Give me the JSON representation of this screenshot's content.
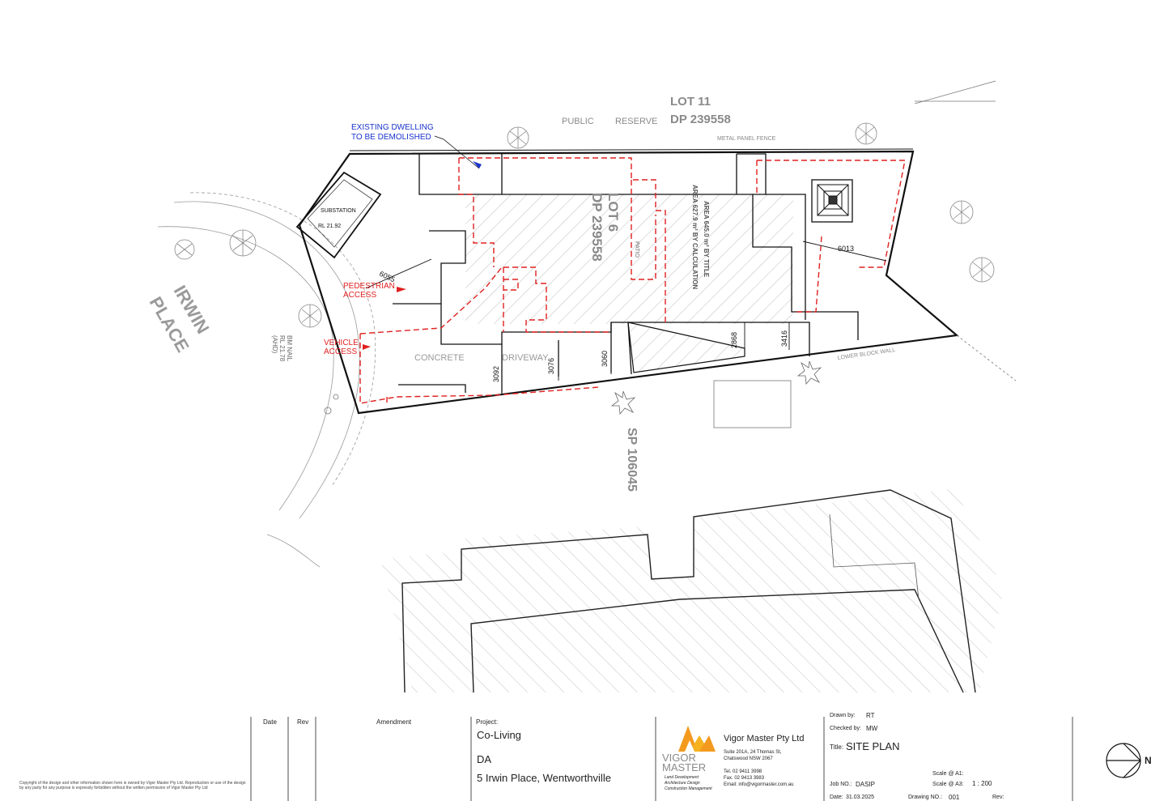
{
  "plan": {
    "lot11": "LOT 11",
    "lot11_dp": "DP 239558",
    "public": "PUBLIC",
    "reserve": "RESERVE",
    "existing_line1": "EXISTING DWELLING",
    "existing_line2": "TO BE DEMOLISHED",
    "substation": "SUBSTATION",
    "substation_rl": "RL 21.92",
    "lot6": "LOT 6",
    "lot6_dp": "DP 239558",
    "area_title": "AREA 645.0 m² BY TITLE",
    "area_calc": "AREA 627.9 m² BY CALCULATION",
    "irwin": "IRWIN",
    "place": "PLACE",
    "ped_1": "PEDESTRIAN",
    "ped_2": "ACCESS",
    "veh_1": "VEHICLE",
    "veh_2": "ACCESS",
    "concrete": "CONCRETE",
    "driveway": "DRIVEWAY",
    "patio": "PATIO",
    "sp": "SP 106045",
    "bm_nail": "BM NAIL",
    "bm_rl": "RL 21.78",
    "bm_ahd": "(AHD)",
    "metal_fence": "METAL PANEL FENCE",
    "lower_wall": "LOWER BLOCK WALL",
    "dims": [
      "6055",
      "6013",
      "3092",
      "3076",
      "3060",
      "2868",
      "3416"
    ]
  },
  "title_block": {
    "copyright": "Copyright of the design and other information shown here is owned by Vigor Master Pty Ltd. Reproduction or use of the design by any party for any purpose is expressly forbidden without the written permission of Vigor Master Pty Ltd",
    "col_date": "Date",
    "col_rev": "Rev",
    "col_amendment": "Amendment",
    "project_label": "Project:",
    "project_name": "Co-Living",
    "stage": "DA",
    "address": "5 Irwin Place, Wentworthville",
    "logo_line1": "VIGOR",
    "logo_line2": "MASTER",
    "tagline": [
      "Land Development",
      "Architecture Design",
      "Construction Management"
    ],
    "company": "Vigor Master Pty Ltd",
    "addr1": "Suite 201A, 24 Thomas St,",
    "addr2": "Chatswood NSW 2067",
    "tel": "Tel. 02 9411 3998",
    "fax": "Fax. 02 9413 3983",
    "email": "Email: info@vigormaster.com.au",
    "drawn_by_label": "Drawn by:",
    "drawn_by": "RT",
    "checked_by_label": "Checked by:",
    "checked_by": "MW",
    "title_label": "Title:",
    "title": "SITE PLAN",
    "job_no_label": "Job NO.:",
    "job_no": "DASIP",
    "scale_a1_label": "Scale @ A1:",
    "scale_a1": "",
    "scale_a3_label": "Scale @ A3:",
    "scale_a3": "1 : 200",
    "date_label": "Date:",
    "date": "31.03.2025",
    "drawing_no_label": "Drawing NO.:",
    "drawing_no": "001",
    "rev_label": "Rev:",
    "rev": "",
    "north": "N"
  },
  "colors": {
    "boundary": "#111111",
    "proposed": "#e02020",
    "note_blue": "#1a33cc",
    "hatch": "#b9b9b9",
    "logo_orange": "#f39a1e",
    "logo_gray": "#8a8a8a"
  }
}
